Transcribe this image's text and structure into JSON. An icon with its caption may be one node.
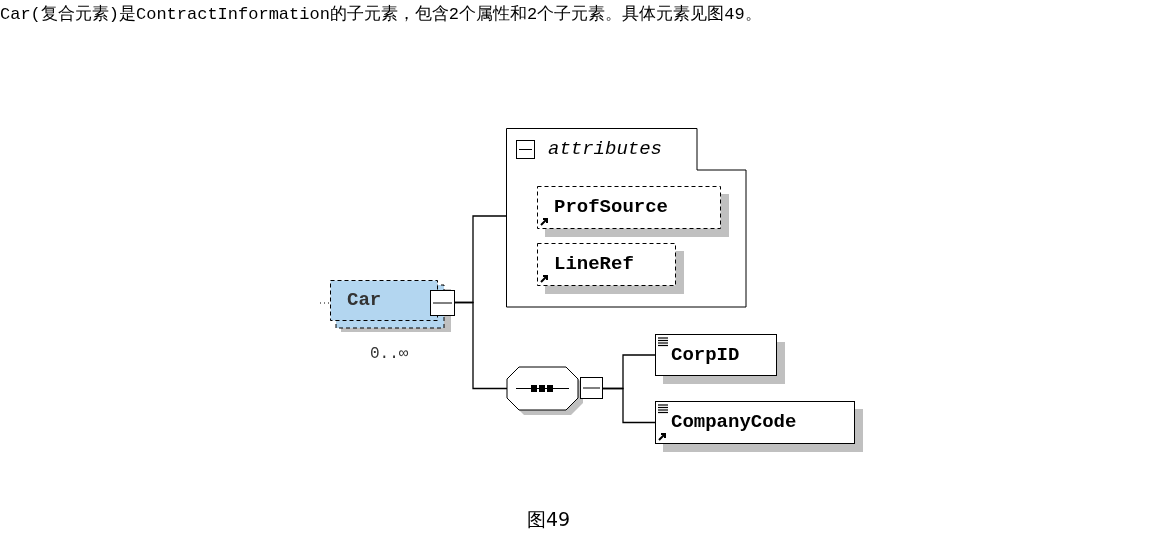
{
  "diagram": {
    "title": "Car(复合元素)是ContractInformation的子元素，包含2个属性和2个子元素。具体元素见图49。",
    "caption": "图49",
    "nodes": [
      {
        "text": [
          "Car"
        ],
        "beside": [
          "0..∞"
        ]
      },
      {
        "text": [
          "attributes"
        ]
      },
      {
        "text": [
          "ProfSource"
        ],
        "in": 1
      },
      {
        "text": [
          "LineRef"
        ],
        "in": 1
      },
      {
        "text": [],
        "shape": "octagon"
      },
      {
        "text": [
          "CorpID"
        ]
      },
      {
        "text": [
          "CompanyCode"
        ]
      }
    ],
    "edges": [
      {
        "from": 0,
        "to": 1,
        "arrow": "none"
      },
      {
        "from": 0,
        "to": 4,
        "arrow": "none"
      },
      {
        "from": 4,
        "to": 5,
        "arrow": "none"
      },
      {
        "from": 4,
        "to": 6,
        "arrow": "none"
      }
    ]
  }
}
